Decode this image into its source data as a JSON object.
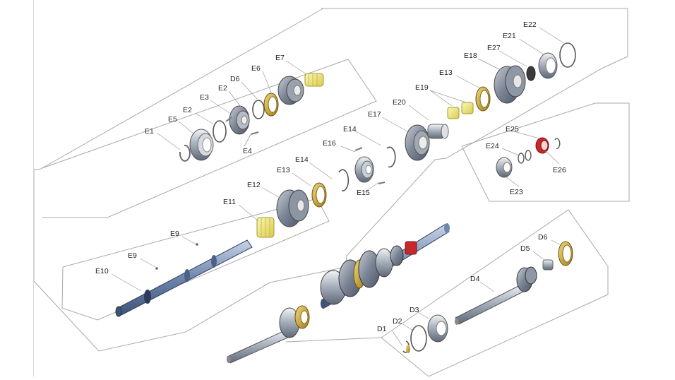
{
  "diagram": {
    "labels": {
      "E1": "E1",
      "E2a": "E2",
      "E2b": "E2",
      "E3": "E3",
      "E4": "E4",
      "E5": "E5",
      "D6a": "D6",
      "E6": "E6",
      "E7": "E7",
      "E9a": "E9",
      "E9b": "E9",
      "E10": "E10",
      "E11": "E11",
      "E12": "E12",
      "E13a": "E13",
      "E14a": "E14",
      "E15": "E15",
      "E16": "E16",
      "E14b": "E14",
      "E17": "E17",
      "E20": "E20",
      "E19": "E19",
      "E13b": "E13",
      "E18": "E18",
      "E27": "E27",
      "E21": "E21",
      "E22": "E22",
      "E24": "E24",
      "E25": "E25",
      "E26": "E26",
      "E23": "E23",
      "D1": "D1",
      "D2": "D2",
      "D3": "D3",
      "D4": "D4",
      "D5": "D5",
      "D6b": "D6"
    },
    "colors": {
      "outline": "#a9a9a9",
      "metal_light": "#e4e8ee",
      "metal_mid": "#a7afbb",
      "metal_dark": "#5d6878",
      "shaft_blue": "#6f86ad",
      "brass": "#c9a63a",
      "bearing_yellow": "#ece47a",
      "red": "#c8282c"
    }
  }
}
